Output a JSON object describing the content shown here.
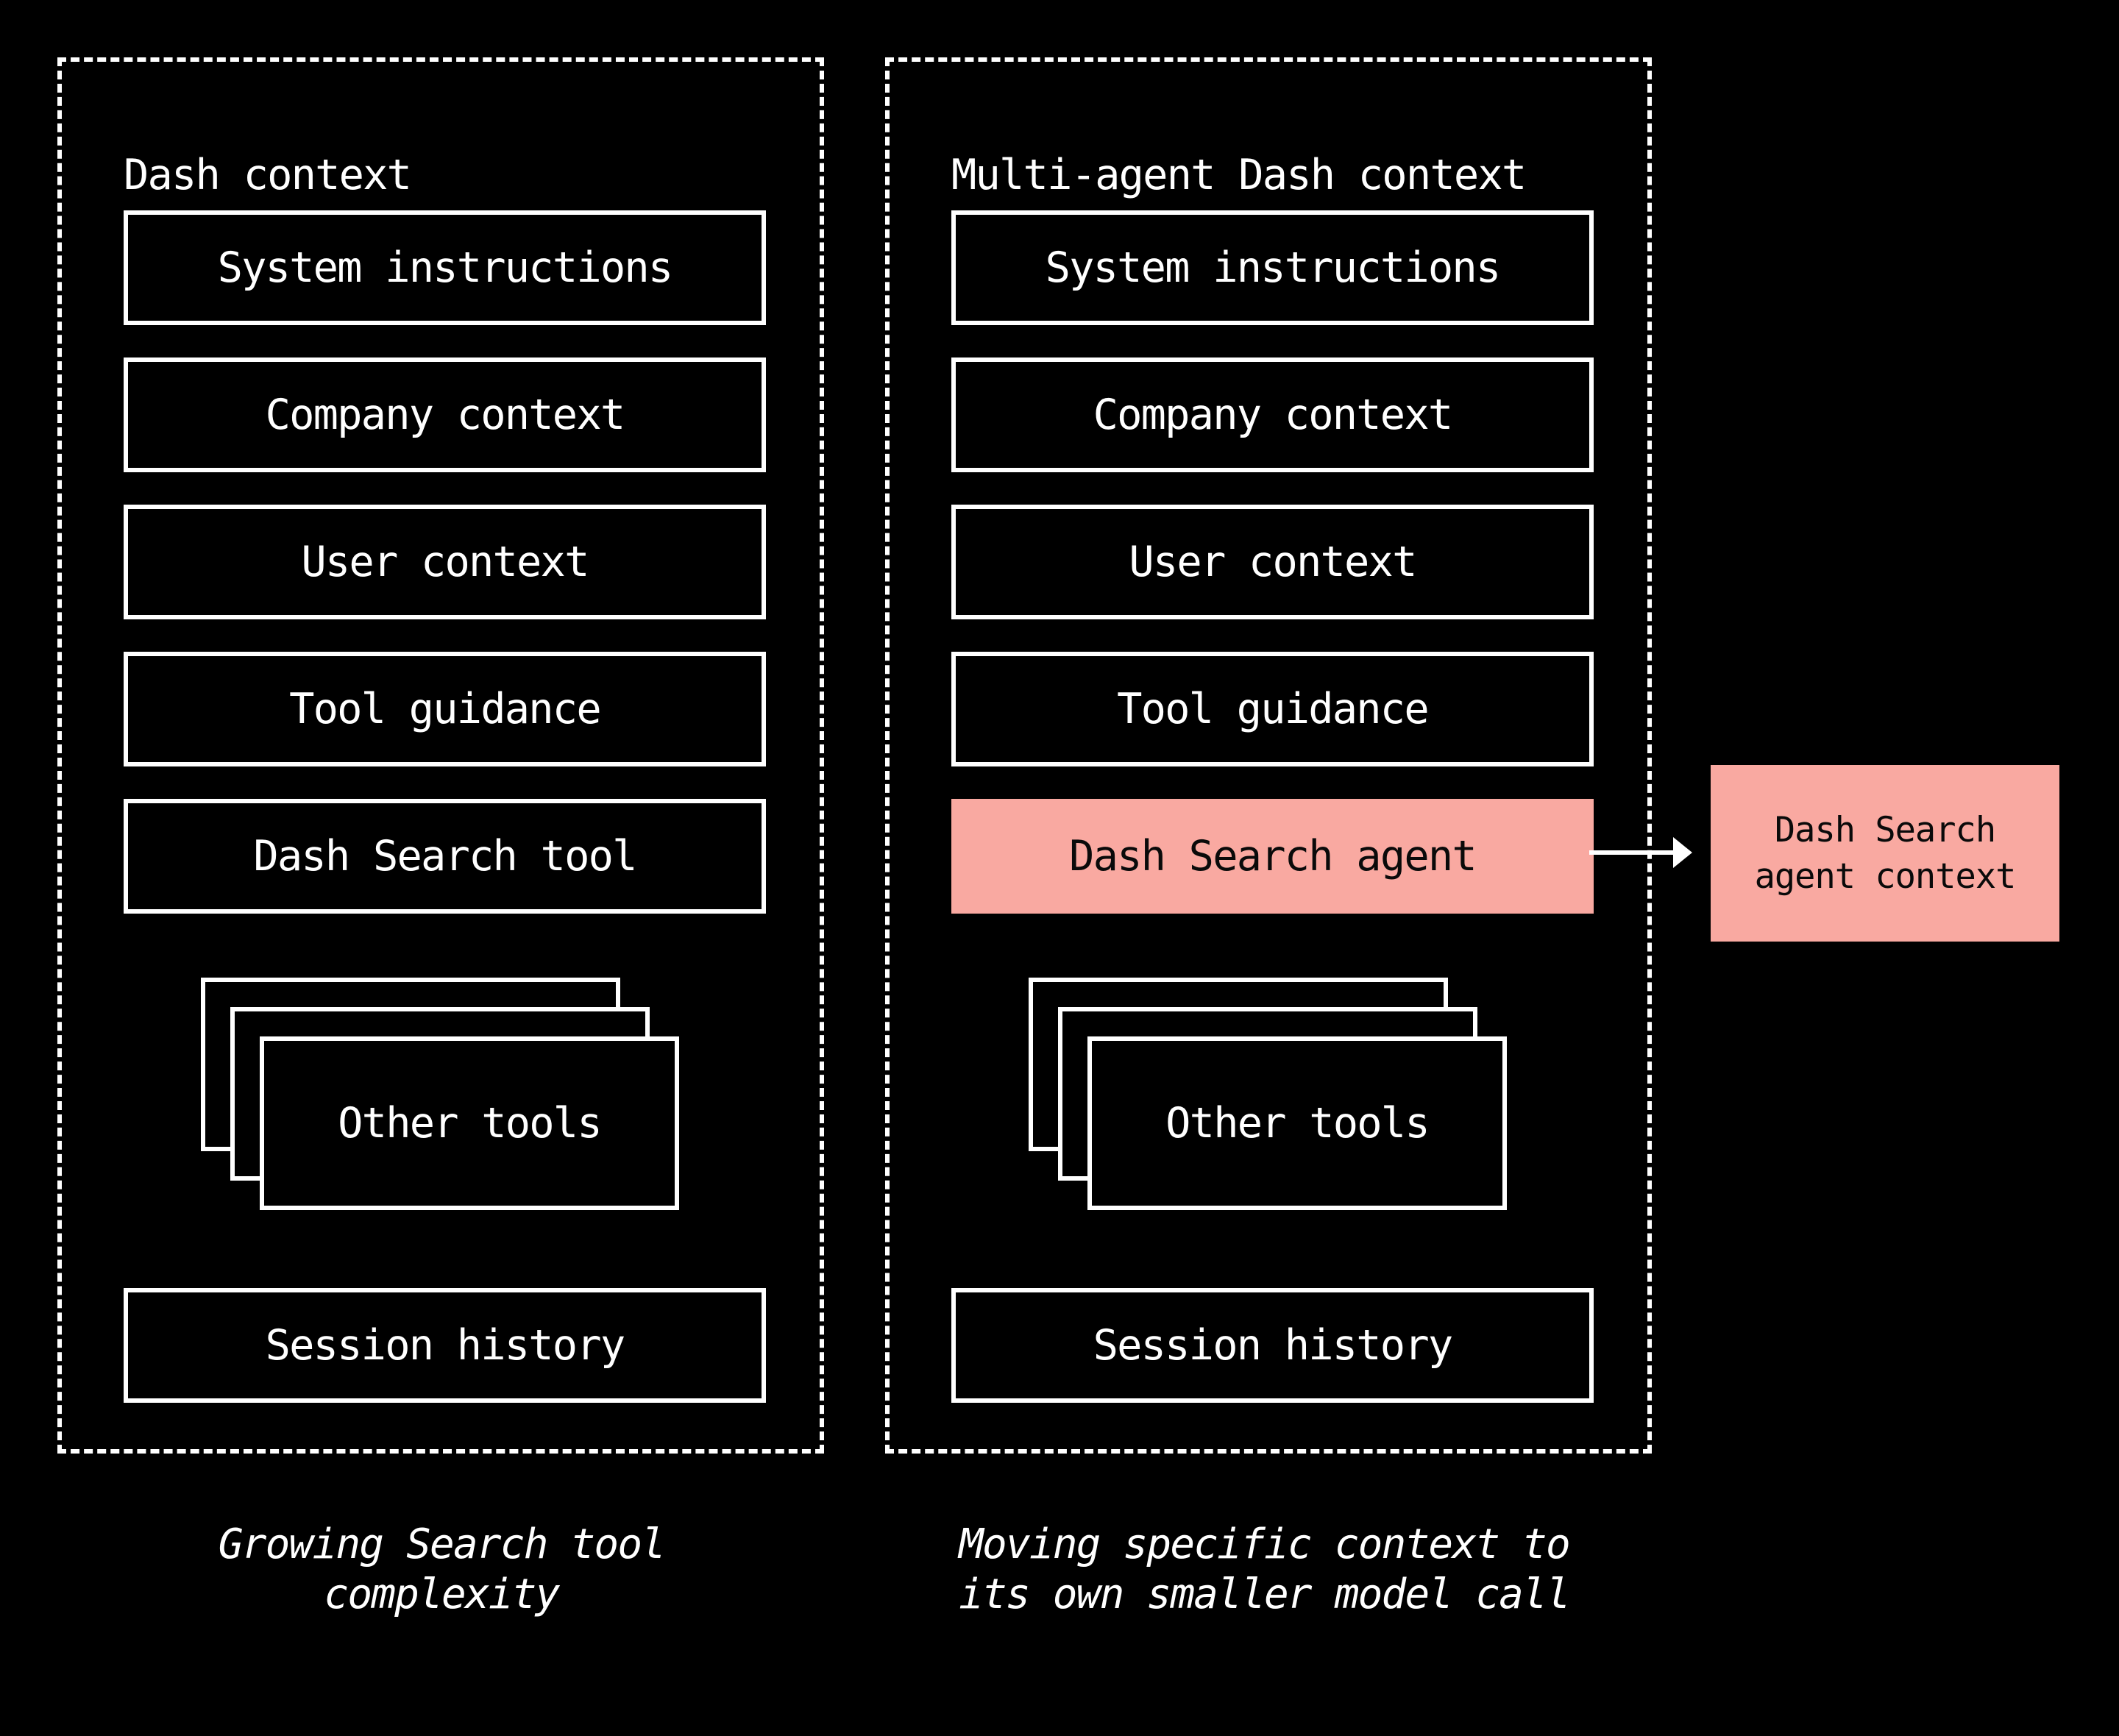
{
  "colors": {
    "background": "#000000",
    "foreground": "#ffffff",
    "accent_pink": "#f9a9a1",
    "accent_text": "#0a0a0a"
  },
  "left_panel": {
    "title": "Dash context",
    "boxes": [
      "System instructions",
      "Company context",
      "User context",
      "Tool guidance",
      "Dash Search tool"
    ],
    "stack_label": "Other tools",
    "bottom_box": "Session history",
    "caption": {
      "line1": "Growing Search tool",
      "line2": "complexity"
    }
  },
  "right_panel": {
    "title": "Multi-agent Dash context",
    "boxes": [
      "System instructions",
      "Company context",
      "User context",
      "Tool guidance"
    ],
    "agent_box": "Dash Search agent",
    "stack_label": "Other tools",
    "bottom_box": "Session history",
    "caption": {
      "line1": "Moving specific context to",
      "line2": "its own smaller model call"
    }
  },
  "side_box": {
    "line1": "Dash Search",
    "line2": "agent context"
  }
}
